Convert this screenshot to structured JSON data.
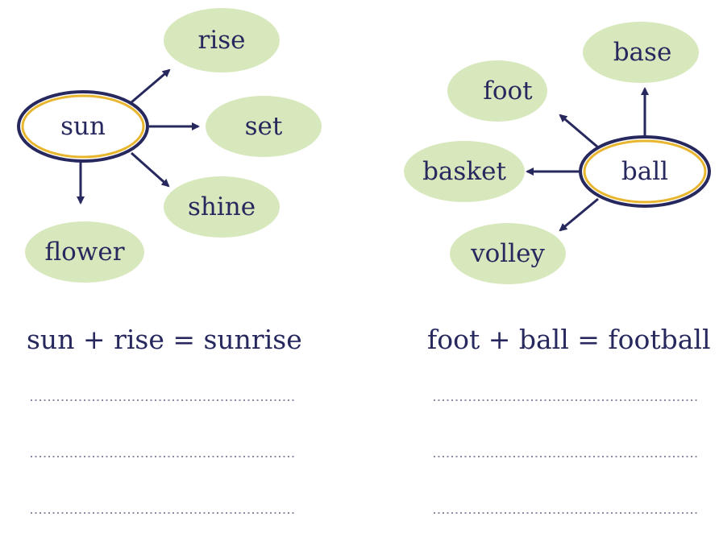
{
  "colors": {
    "ink": "#27285e",
    "bubble": "#d8e8bd",
    "highlight": "#e8b62e"
  },
  "left_web": {
    "center": "sun",
    "words": [
      "rise",
      "set",
      "shine",
      "flower"
    ],
    "example": "sun + rise = sunrise"
  },
  "right_web": {
    "center": "ball",
    "words": [
      "base",
      "foot",
      "basket",
      "volley"
    ],
    "example": "foot + ball = football"
  },
  "answer_lines": {
    "left": [
      "..........................................",
      "..........................................",
      ".........................................."
    ],
    "right": [
      "..........................................",
      "..........................................",
      ".........................................."
    ]
  }
}
